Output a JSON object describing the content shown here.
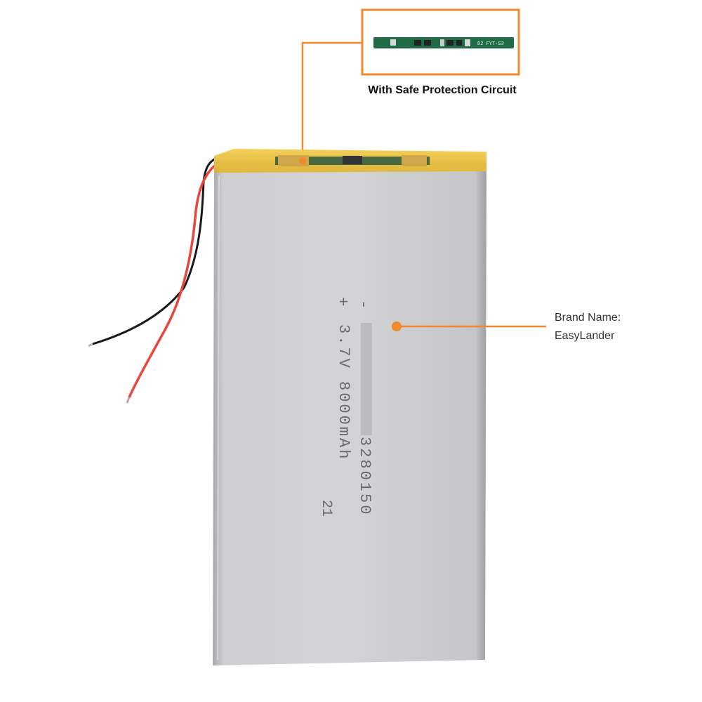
{
  "callout": {
    "protection_label": "With Safe Protection Circuit",
    "pcb_marking": "D2 FYT-S3"
  },
  "brand": {
    "label": "Brand Name:",
    "value": "EasyLander"
  },
  "battery": {
    "terminal_minus": "-",
    "terminal_plus": "+",
    "model_line": "3280150",
    "spec_line": "3.7V 8000mAh",
    "date_code": "21"
  },
  "colors": {
    "accent": "#f08a2c",
    "cell_body": "#c9c9cc",
    "tape": "#e7c34a",
    "wire_red": "#e8463c",
    "wire_black": "#1a1a1a",
    "pcb_green": "#1f6b45"
  }
}
